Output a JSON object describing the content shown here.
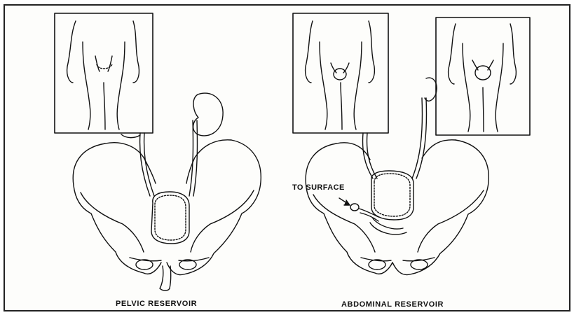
{
  "panels": {
    "left": {
      "caption": "PELVIC RESERVOIR"
    },
    "right": {
      "caption": "ABDOMINAL RESERVOIR",
      "annotation": "TO SURFACE"
    }
  },
  "colors": {
    "line": "#111111",
    "background": "#fdfdfb"
  }
}
